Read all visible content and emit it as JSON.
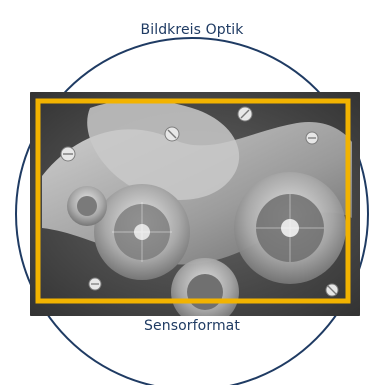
{
  "labels": {
    "top": "Bildkreis Optik",
    "bottom": "Sensorformat"
  },
  "top_partial_text": "",
  "image": {
    "name": "clockwork-mechanism",
    "description_only_for_rendering": ""
  },
  "colors": {
    "circle_stroke": "#1f3b63",
    "sensor_frame": "#f2b300",
    "photo_bg": "#4f4f4f",
    "text": "#1f3b63"
  }
}
